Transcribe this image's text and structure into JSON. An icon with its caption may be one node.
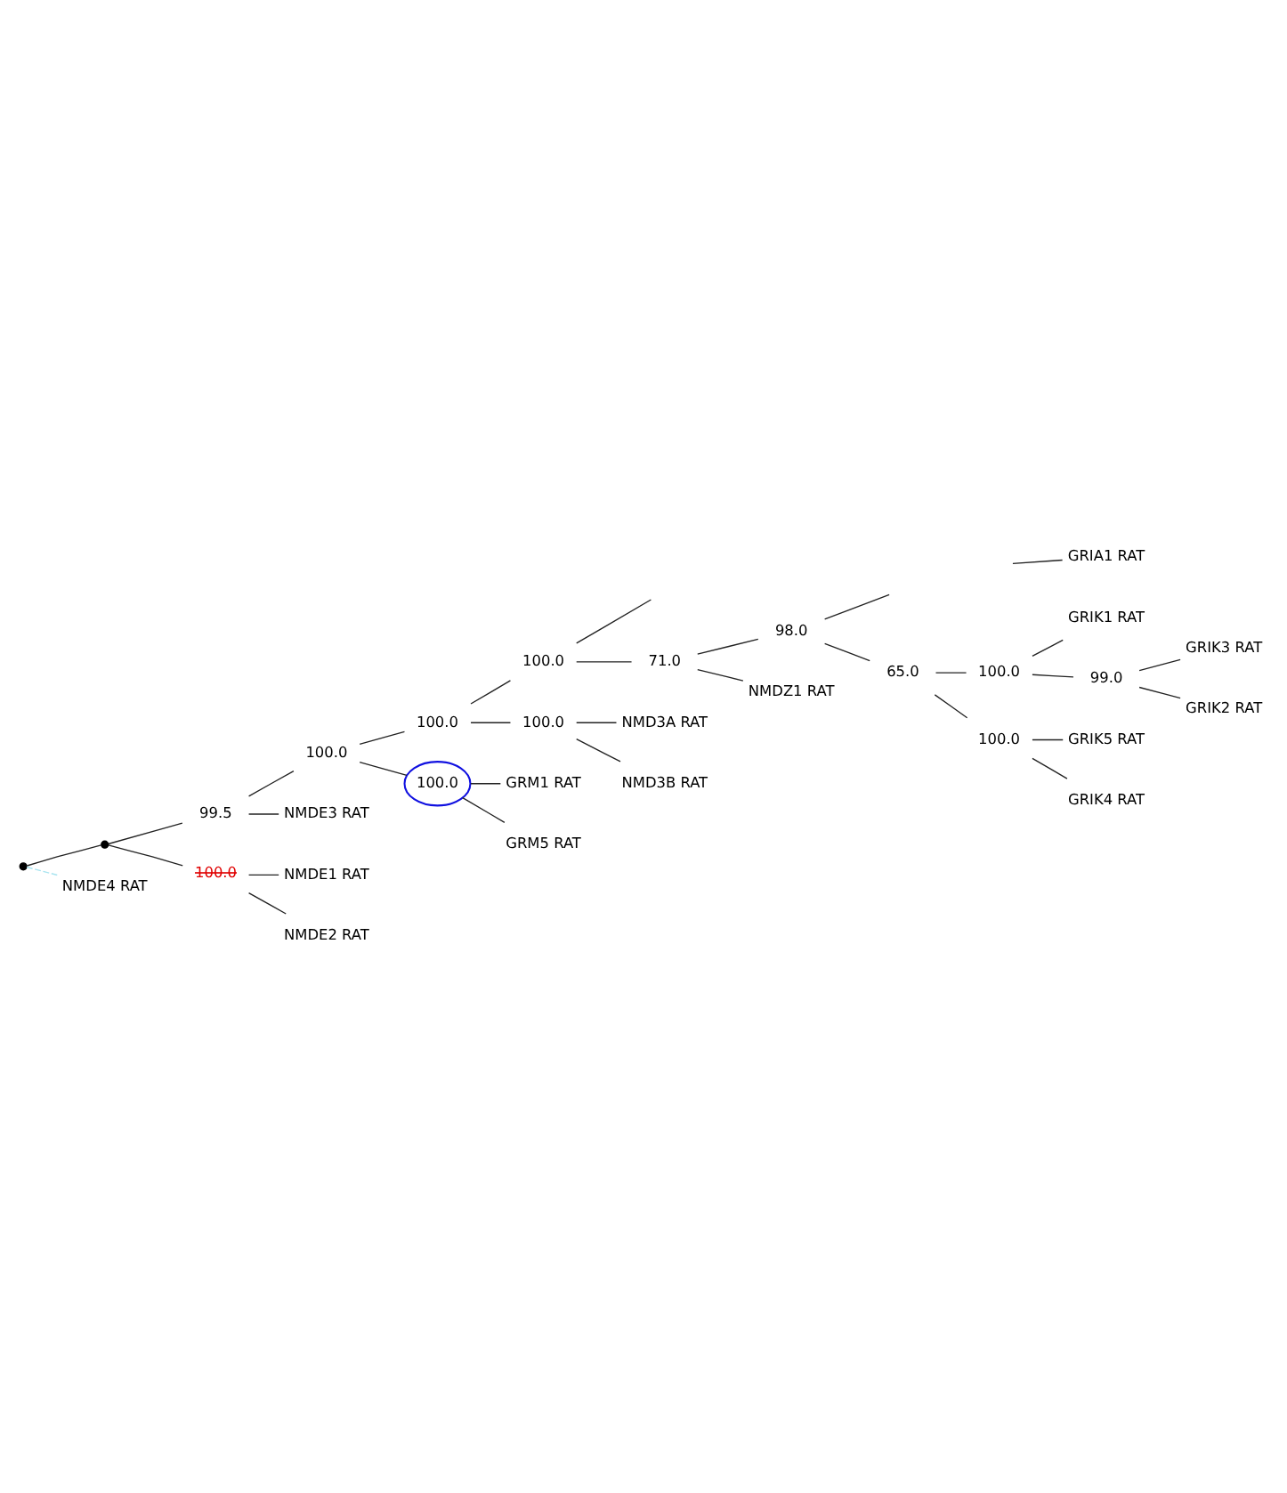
{
  "diagram": {
    "nodes": [
      {
        "text": [
          "100.0"
        ]
      },
      {
        "text": [
          "GRIA1 RAT"
        ]
      },
      {
        "text": [
          "98.0"
        ]
      },
      {
        "text": [
          "GRIK1 RAT"
        ]
      },
      {
        "text": [
          "100.0"
        ]
      },
      {
        "text": [
          "GRIK3 RAT"
        ]
      },
      {
        "text": [
          "99.0"
        ]
      },
      {
        "text": [
          "65.0"
        ]
      },
      {
        "text": [
          "GRIK2 RAT"
        ]
      },
      {
        "text": [
          "100.0"
        ]
      },
      {
        "text": [
          "71.0"
        ]
      },
      {
        "text": [
          "GRIK5 RAT"
        ]
      },
      {
        "text": [
          "100.0"
        ]
      },
      {
        "text": [
          "GRIK4 RAT"
        ]
      },
      {
        "text": [
          "NMDZ1 RAT"
        ]
      },
      {
        "text": [
          "100.0"
        ]
      },
      {
        "text": [
          "NMD3A RAT"
        ]
      },
      {
        "text": [
          "100.0"
        ]
      },
      {
        "text": [
          "NMD3B RAT"
        ]
      },
      {
        "text": [
          "99.5"
        ]
      },
      {
        "text": [
          "GRM1 RAT"
        ]
      },
      {
        "text": [
          "100.0"
        ]
      },
      {
        "text": [
          "GRM5 RAT"
        ]
      },
      {
        "text": [],
        "shape": "point"
      },
      {
        "text": [
          "NMDE3 RAT"
        ]
      },
      {
        "text": [
          "NMDE1 RAT"
        ]
      },
      {
        "text": [
          "100.0"
        ]
      },
      {
        "text": [
          "NMDE2 RAT"
        ]
      },
      {
        "text": [],
        "shape": "point"
      },
      {
        "text": [
          "NMDE4 RAT"
        ]
      }
    ],
    "edges": [
      {
        "from": 28,
        "to": 23,
        "arrow": "none"
      },
      {
        "from": 28,
        "to": 29,
        "arrow": "none",
        "style": "dashed",
        "color": "#a8e4f0"
      },
      {
        "from": 23,
        "to": 19,
        "arrow": "none"
      },
      {
        "from": 23,
        "to": 26,
        "arrow": "none"
      },
      {
        "from": 19,
        "to": 15,
        "arrow": "none"
      },
      {
        "from": 19,
        "to": 24,
        "arrow": "none"
      },
      {
        "from": 15,
        "to": 9,
        "arrow": "none"
      },
      {
        "from": 15,
        "to": 21,
        "arrow": "none"
      },
      {
        "from": 9,
        "to": 0,
        "arrow": "none"
      },
      {
        "from": 9,
        "to": 17,
        "arrow": "none"
      },
      {
        "from": 0,
        "to": null,
        "arrow": "none"
      },
      {
        "from": 0,
        "to": 10,
        "arrow": "none"
      },
      {
        "from": 10,
        "to": 2,
        "arrow": "none"
      },
      {
        "from": 10,
        "to": 14,
        "arrow": "none"
      },
      {
        "from": 2,
        "to": null,
        "arrow": "none"
      },
      {
        "from": 2,
        "to": 7,
        "arrow": "none"
      },
      {
        "from": null,
        "to": 1,
        "arrow": "none"
      },
      {
        "from": 7,
        "to": 4,
        "arrow": "none"
      },
      {
        "from": 7,
        "to": 12,
        "arrow": "none"
      },
      {
        "from": 4,
        "to": 3,
        "arrow": "none"
      },
      {
        "from": 4,
        "to": 6,
        "arrow": "none"
      },
      {
        "from": 6,
        "to": 5,
        "arrow": "none"
      },
      {
        "from": 6,
        "to": 8,
        "arrow": "none"
      },
      {
        "from": 12,
        "to": 11,
        "arrow": "none"
      },
      {
        "from": 12,
        "to": 13,
        "arrow": "none"
      },
      {
        "from": 17,
        "to": 16,
        "arrow": "none"
      },
      {
        "from": 17,
        "to": 18,
        "arrow": "none"
      },
      {
        "from": 21,
        "to": 20,
        "arrow": "none"
      },
      {
        "from": 21,
        "to": 22,
        "arrow": "none"
      },
      {
        "from": 26,
        "to": 25,
        "arrow": "none"
      },
      {
        "from": 26,
        "to": 27,
        "arrow": "none"
      }
    ]
  }
}
